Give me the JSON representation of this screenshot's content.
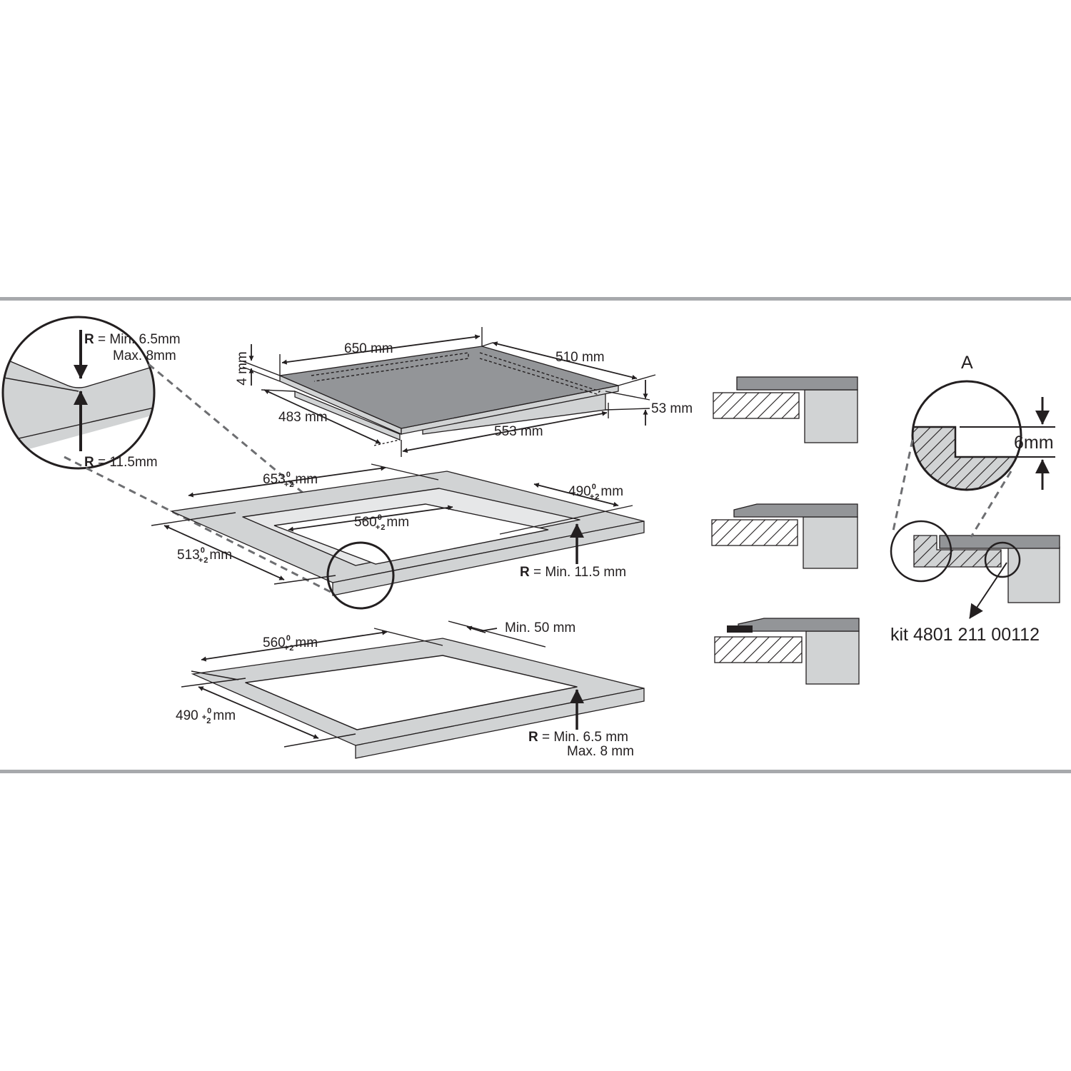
{
  "colors": {
    "rule": "#a7a9ac",
    "glass": "#939598",
    "glass_side": "#d1d3d4",
    "counter": "#d1d3d4",
    "ink": "#231f20"
  },
  "top_hob": {
    "width": "650 mm",
    "depth": "510 mm",
    "thickness": "4 mm",
    "height": "53 mm",
    "body_depth": "483 mm",
    "body_width": "553 mm"
  },
  "zoom_detail": {
    "r_prefix": "R",
    "r_top_line1": " = Min. 6.5mm",
    "r_top_line2": "Max. 8mm",
    "r_bottom": " = 11.5mm"
  },
  "cutout_flush": {
    "outer_width_base": "653",
    "outer_depth_base": "513",
    "inner_depth_base": "490",
    "inner_width_base": "560",
    "tol_top": "0",
    "tol_bottom": "2",
    "tol_plus": "+",
    "mm": "mm",
    "r_prefix": "R",
    "r_text": " = Min. 11.5 mm"
  },
  "cutout_standard": {
    "width_base": "560",
    "depth_base": "490",
    "tol_top": "0",
    "tol_bottom": "2",
    "tol_plus": "+",
    "mm": "mm",
    "min_gap": "Min. 50 mm",
    "r_prefix": "R",
    "r_line1": " = Min. 6.5 mm",
    "r_line2": "Max. 8 mm"
  },
  "detail_A": {
    "label": "A",
    "gap": "6mm",
    "kit": "kit 4801 211 00112"
  }
}
